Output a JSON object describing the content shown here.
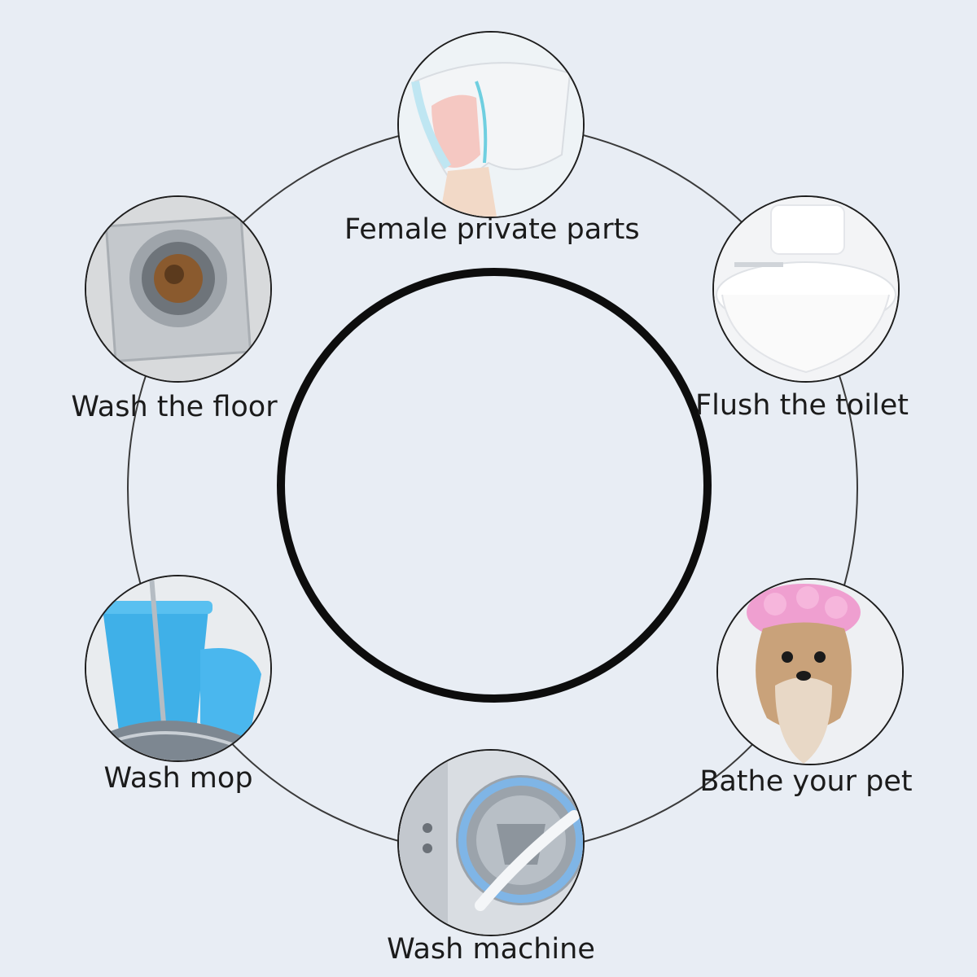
{
  "colors": {
    "background": "#e8edf4",
    "ring_line": "#3a3a3a",
    "o_ring": "#0d0d0d",
    "label_text": "#1b1b1b"
  },
  "uses": [
    {
      "label": "Female private parts",
      "icon": "underwear-icon"
    },
    {
      "label": "Flush the toilet",
      "icon": "toilet-icon"
    },
    {
      "label": "Bathe your pet",
      "icon": "dog-icon"
    },
    {
      "label": "Wash machine",
      "icon": "washing-machine-icon"
    },
    {
      "label": "Wash mop",
      "icon": "mop-bucket-icon"
    },
    {
      "label": "Wash the floor",
      "icon": "floor-drain-icon"
    }
  ]
}
